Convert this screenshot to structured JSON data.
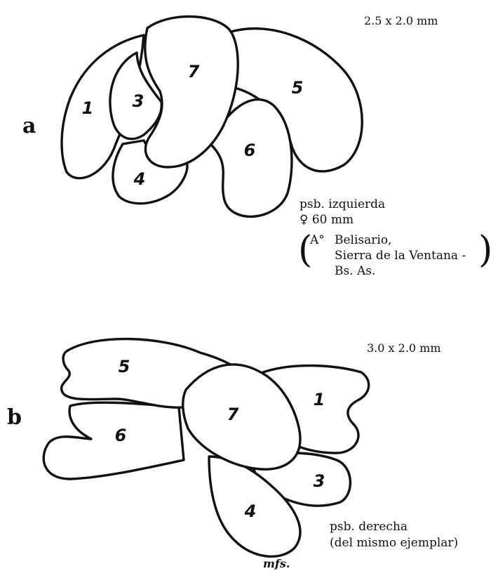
{
  "figure_a": {
    "letter": "a",
    "size": "2.5 x 2.0 mm",
    "lobes": [
      "1",
      "3",
      "7",
      "5",
      "4",
      "6"
    ],
    "side": "psb. izquierda",
    "sex_length": "♀ 60 mm",
    "locality_prefix": "A°",
    "locality_line1": "Belisario,",
    "locality_line2": "Sierra de la Ventana -",
    "locality_line3": "Bs. As."
  },
  "figure_b": {
    "letter": "b",
    "size": "3.0 x 2.0 mm",
    "lobes": [
      "5",
      "7",
      "1",
      "6",
      "3",
      "4"
    ],
    "side": "psb. derecha",
    "specimen_note": "(del mismo ejemplar)"
  },
  "signature": "mfs."
}
